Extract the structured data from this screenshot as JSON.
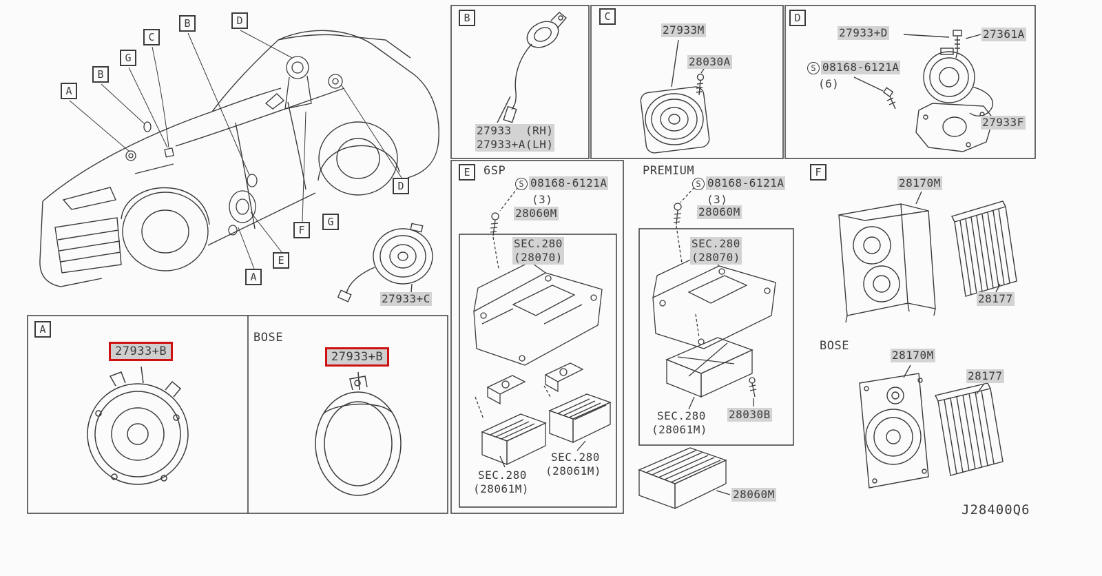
{
  "diagram": {
    "code": "J28400Q6",
    "highlight_color": "#cf1010",
    "label_bg": "#d3d3d3"
  },
  "car": {
    "callouts": [
      "A",
      "B",
      "G",
      "C",
      "B",
      "D",
      "D",
      "F",
      "E",
      "A"
    ]
  },
  "sections": {
    "b": {
      "letter": "B",
      "rh": "27933  (RH)",
      "lh": "27933+A(LH)"
    },
    "c": {
      "letter": "C",
      "speaker": "27933M",
      "screw": "28030A"
    },
    "d": {
      "letter": "D",
      "tweeter": "27933+D",
      "bolt": "27361A",
      "s": "S",
      "screw": "08168-6121A",
      "qty": "(6)",
      "bracket": "27933F"
    },
    "g": {
      "letter": "G",
      "part": "27933+C"
    },
    "e": {
      "letter": "E",
      "title": "6SP",
      "s": "S",
      "screw": "08168-6121A",
      "qty": "(3)",
      "bracket": "28060M",
      "sec_top": "SEC.280",
      "sec_top_ref": "(28070)",
      "sec_left": "SEC.280",
      "sec_left_ref": "(28061M)",
      "sec_right": "SEC.280",
      "sec_right_ref": "(28061M)"
    },
    "premium": {
      "title": "PREMIUM",
      "s": "S",
      "screw": "08168-6121A",
      "qty": "(3)",
      "bracket": "28060M",
      "sec_top": "SEC.280",
      "sec_top_ref": "(28070)",
      "sec_bottom": "SEC.280",
      "sec_bottom_ref": "(28061M)",
      "screw2": "28030B",
      "amp": "28060M"
    },
    "f": {
      "letter": "F",
      "woofer": "28170M",
      "amp": "28177",
      "bose_title": "BOSE",
      "bose_woofer": "28170M",
      "bose_amp": "28177"
    },
    "a": {
      "letter": "A",
      "part": "27933+B",
      "bose_title": "BOSE",
      "bose_part": "27933+B"
    }
  }
}
